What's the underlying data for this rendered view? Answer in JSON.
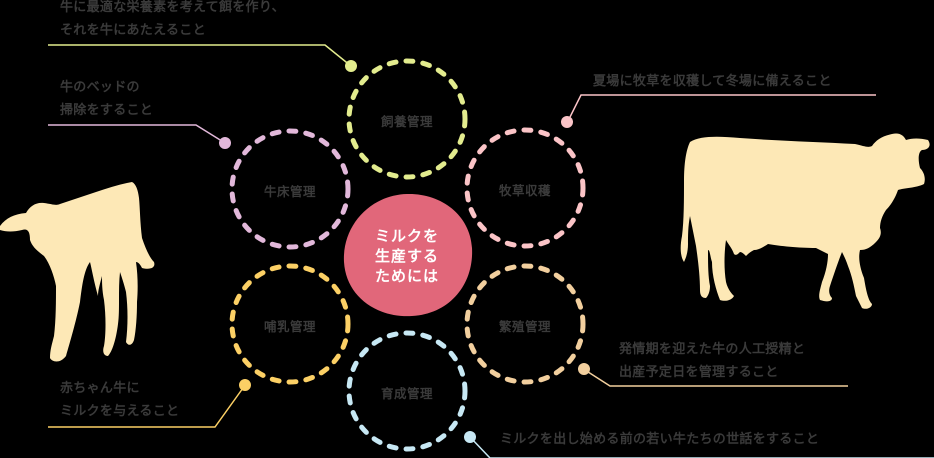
{
  "diagram": {
    "title": "ミルクを生産するためには",
    "center": {
      "lines": [
        "ミルクを",
        "生産する",
        "ためには"
      ],
      "color": "#e1677a"
    },
    "nodes": [
      {
        "id": "feeding",
        "label": "飼養管理",
        "color": "#e3ec8e",
        "description": [
          "牛に最適な栄養素を考えて餌を作り、",
          "それを牛にあたえること"
        ]
      },
      {
        "id": "bedding",
        "label": "牛床管理",
        "color": "#e2b8da",
        "description": [
          "牛のベッドの",
          "掃除をすること"
        ]
      },
      {
        "id": "harvest",
        "label": "牧草収穫",
        "color": "#fbc4c7",
        "description": [
          "夏場に牧草を収穫して冬場に備えること"
        ]
      },
      {
        "id": "nursing",
        "label": "哺乳管理",
        "color": "#fcd065",
        "description": [
          "赤ちゃん牛に",
          "ミルクを与えること"
        ]
      },
      {
        "id": "breeding",
        "label": "繁殖管理",
        "color": "#f2cf9e",
        "description": [
          "発情期を迎えた牛の人工授精と",
          "出産予定日を管理すること"
        ]
      },
      {
        "id": "rearing",
        "label": "育成管理",
        "color": "#c7e8f4",
        "description": [
          "ミルクを出し始める前の若い牛たちの世話をすること"
        ]
      }
    ],
    "illustrations": {
      "calf": "calf-silhouette",
      "cow": "cow-silhouette",
      "color": "#fde8b6"
    },
    "text_color": "#3a3a3a",
    "background": "#000000"
  }
}
